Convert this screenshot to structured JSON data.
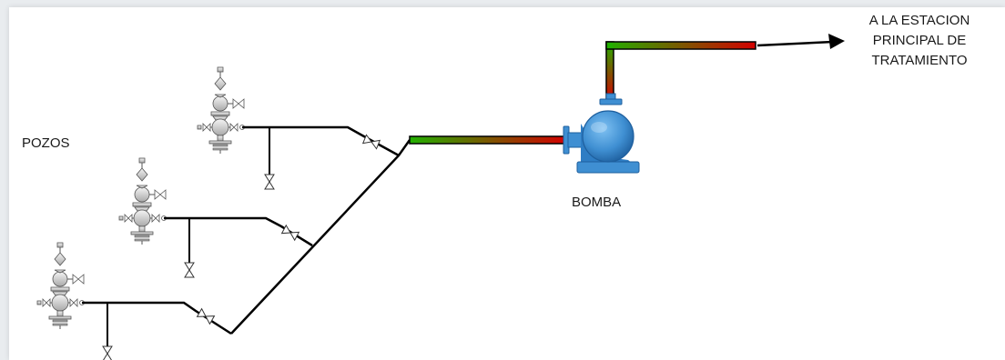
{
  "labels": {
    "wells": "POZOS",
    "pump": "BOMBA",
    "destination_lines": [
      "A LA ESTACION",
      "PRINCIPAL DE",
      "TRATAMIENTO"
    ]
  },
  "colors": {
    "pipe": "#000000",
    "flow_start": "#22b000",
    "flow_end": "#d40000",
    "pump_body": "#3f8fd2",
    "pump_dark": "#1e5f9e",
    "wellhead": "#c8c8c8"
  },
  "icons": [
    "wellhead-icon",
    "valve-icon",
    "centrifugal-pump-icon",
    "arrow-right-icon"
  ]
}
